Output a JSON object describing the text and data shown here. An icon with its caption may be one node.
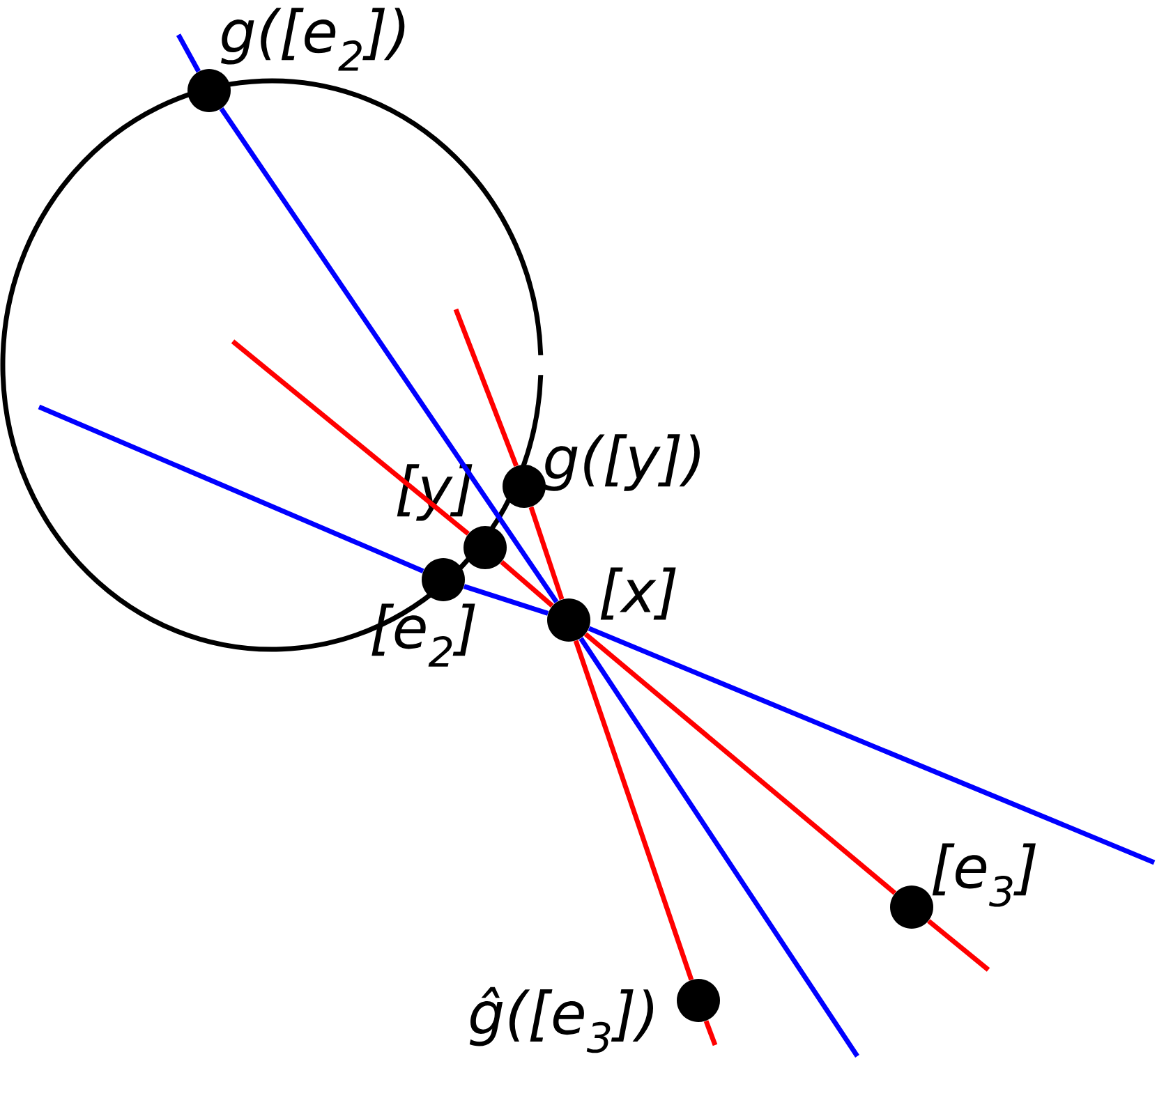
{
  "diagram": {
    "nodes": [
      {
        "text": [],
        "shape": "circle",
        "beside": [
          "g([e$_{2}$])"
        ]
      },
      {
        "text": [],
        "shape": "circle",
        "beside": [
          "g([y])"
        ]
      },
      {
        "text": [],
        "shape": "circle",
        "beside": [
          "[y]"
        ]
      },
      {
        "text": [],
        "shape": "circle",
        "beside": [
          "[e$_{2}$]"
        ]
      },
      {
        "text": [],
        "shape": "circle",
        "beside": [
          "[x]"
        ]
      },
      {
        "text": [],
        "shape": "circle",
        "beside": [
          "[e$_{3}$]"
        ]
      },
      {
        "text": [],
        "shape": "circle",
        "beside": [
          "ĝ([e$_{3}$])"
        ]
      }
    ],
    "edges": [
      {
        "from": null,
        "to": 0,
        "arrow": "none",
        "color": "#0000ff"
      },
      {
        "from": 0,
        "to": 4,
        "arrow": "none",
        "color": "#0000ff"
      },
      {
        "from": 4,
        "to": null,
        "arrow": "none",
        "color": "#0000ff"
      },
      {
        "from": null,
        "to": 3,
        "arrow": "none",
        "color": "#0000ff"
      },
      {
        "from": 3,
        "to": 4,
        "arrow": "none",
        "color": "#0000ff"
      },
      {
        "from": 4,
        "to": null,
        "arrow": "none",
        "color": "#0000ff"
      },
      {
        "from": null,
        "to": 2,
        "arrow": "none",
        "color": "#ff0000"
      },
      {
        "from": 2,
        "to": 4,
        "arrow": "none",
        "color": "#ff0000"
      },
      {
        "from": 4,
        "to": 5,
        "arrow": "none",
        "color": "#ff0000"
      },
      {
        "from": 5,
        "to": null,
        "arrow": "none",
        "color": "#ff0000"
      },
      {
        "from": null,
        "to": 1,
        "arrow": "none",
        "color": "#ff0000"
      },
      {
        "from": 1,
        "to": 4,
        "arrow": "none",
        "color": "#ff0000"
      },
      {
        "from": 4,
        "to": 6,
        "arrow": "none",
        "color": "#ff0000"
      },
      {
        "from": 6,
        "to": null,
        "arrow": "none",
        "color": "#ff0000"
      }
    ]
  }
}
